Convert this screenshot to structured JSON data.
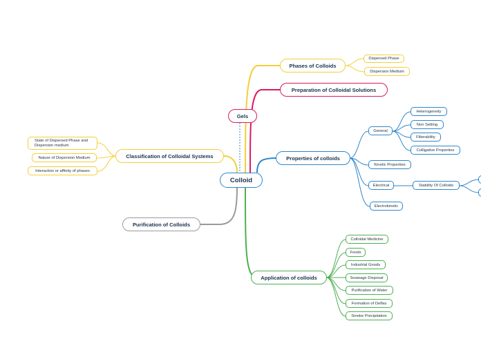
{
  "root": "Colloid",
  "phases": {
    "label": "Phases of Colloids",
    "children": [
      "Dispersed Phase",
      "Dispersion Medium"
    ]
  },
  "preparation": {
    "label": "Preparation of Colloidal Solutions"
  },
  "gels": {
    "label": "Gels"
  },
  "properties": {
    "label": "Properties of colloids",
    "general": {
      "label": "General",
      "children": [
        "Heterogeneity",
        "Non Setting",
        "Filterability",
        "Colligative Properties"
      ]
    },
    "kinetic": "Kinetic Properties",
    "electrical": {
      "label": "Electrical",
      "stability": "Stability Of Colloids"
    },
    "electrokinetic": "Electrokinetic"
  },
  "classification": {
    "label": "Classification of Colloidal Systems",
    "children": [
      "State of Dispersed Phase and Dispersion medium",
      "Nature of Dispersion Medium",
      "Interaction or affinity of phases"
    ]
  },
  "purification": {
    "label": "Purification of Colloids"
  },
  "application": {
    "label": "Application of colloids",
    "children": [
      "Colloidal Medicine",
      "Foods",
      "Industrial Goods",
      "Seawage Disposal",
      "Purification of Water",
      "Formation of Delfas",
      "Smoke Precipitation"
    ]
  },
  "colors": {
    "yellow": "#f2cf3a",
    "pink": "#d81b60",
    "blue": "#2e86c9",
    "green": "#4caf50",
    "gray": "#9a9a9a"
  }
}
